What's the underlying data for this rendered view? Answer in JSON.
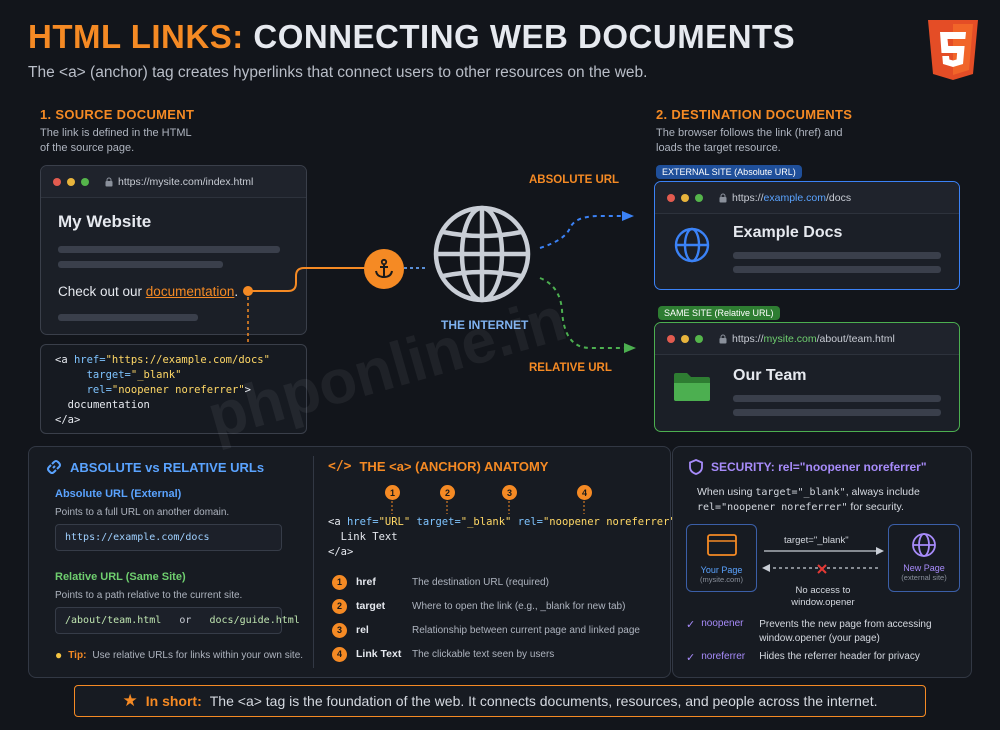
{
  "header": {
    "title_part1": "HTML LINKS:",
    "title_part2": "CONNECTING WEB DOCUMENTS",
    "subtitle": "The <a> (anchor) tag creates hyperlinks that connect users to other resources on the web.",
    "logo_icon": "html5-logo-icon"
  },
  "source": {
    "heading": "1. SOURCE DOCUMENT",
    "desc1": "The link is defined in the HTML",
    "desc2": "of the source page.",
    "url": "https://mysite.com/index.html",
    "page_title": "My Website",
    "text_before": "Check out our ",
    "link_text": "documentation",
    "text_after": ".",
    "code": {
      "l1a": "<a ",
      "l1b": "href=",
      "l1c": "\"https://example.com/docs\"",
      "l2a": "target=",
      "l2b": "\"_blank\"",
      "l3a": "rel=",
      "l3b": "\"noopener noreferrer\"",
      "l3c": ">",
      "l4": "documentation",
      "l5": "</a>"
    }
  },
  "middle": {
    "absolute_label": "ABSOLUTE URL",
    "relative_label": "RELATIVE URL",
    "internet_label": "THE INTERNET"
  },
  "destination": {
    "heading": "2. DESTINATION DOCUMENTS",
    "desc1": "The browser follows the link (href) and",
    "desc2": "loads the target resource.",
    "external": {
      "pill": "EXTERNAL SITE (Absolute URL)",
      "url_pre": "https://",
      "url_host": "example.com",
      "url_post": "/docs",
      "title": "Example Docs"
    },
    "same": {
      "pill": "SAME SITE (Relative URL)",
      "url_pre": "https://",
      "url_host": "mysite.com",
      "url_post": "/about/team.html",
      "title": "Our Team"
    }
  },
  "panel_urls": {
    "heading": "ABSOLUTE vs RELATIVE URLs",
    "abs_title": "Absolute URL (External)",
    "abs_desc": "Points to a full URL on another domain.",
    "abs_example": "https://example.com/docs",
    "rel_title": "Relative URL (Same Site)",
    "rel_desc": "Points to a path relative to the current site.",
    "rel_example1": "/about/team.html",
    "rel_or": "or",
    "rel_example2": "docs/guide.html",
    "tip_label": "Tip:",
    "tip_text": "Use relative URLs for links within your own site."
  },
  "panel_anatomy": {
    "heading_icon": "</>",
    "heading": "THE <a> (ANCHOR) ANATOMY",
    "code": {
      "a": "<a ",
      "href": "href=",
      "href_v": "\"URL\"",
      "target": "target=",
      "target_v": "\"_blank\"",
      "rel": "rel=",
      "rel_v": "\"noopener noreferrer\"",
      "close": ">",
      "text": "Link Text",
      "end": "</a>"
    },
    "markers": [
      "1",
      "2",
      "3",
      "4"
    ],
    "rows": [
      {
        "num": "1",
        "name": "href",
        "desc": "The destination URL (required)"
      },
      {
        "num": "2",
        "name": "target",
        "desc": "Where to open the link (e.g., _blank for new tab)"
      },
      {
        "num": "3",
        "name": "rel",
        "desc": "Relationship between current page and linked page"
      },
      {
        "num": "4",
        "name": "Link Text",
        "desc": "The clickable text seen by users"
      }
    ]
  },
  "panel_security": {
    "heading": "SECURITY: rel=\"noopener noreferrer\"",
    "desc_a": "When using ",
    "desc_b": "target=\"_blank\"",
    "desc_c": ", always include",
    "desc_d": "rel=\"noopener noreferrer\"",
    "desc_e": " for security.",
    "your_page": "Your Page",
    "your_page_sub": "(mysite.com)",
    "arrow_label": "target=\"_blank\"",
    "no_access1": "No access to",
    "no_access2": "window.opener",
    "new_page": "New Page",
    "new_page_sub": "(external site)",
    "items": [
      {
        "name": "noopener",
        "desc1": "Prevents the new page from accessing",
        "desc2": "window.opener (your page)"
      },
      {
        "name": "noreferrer",
        "desc1": "Hides the referrer header for privacy",
        "desc2": ""
      }
    ]
  },
  "footer": {
    "lead": "In short:",
    "text": "The <a> tag is the foundation of the web. It connects documents, resources, and people across the internet."
  },
  "watermark": "phponline.in",
  "colors": {
    "accent": "#f58a24",
    "blue": "#3b82f6",
    "green": "#4caf50",
    "bg": "#12151b"
  }
}
